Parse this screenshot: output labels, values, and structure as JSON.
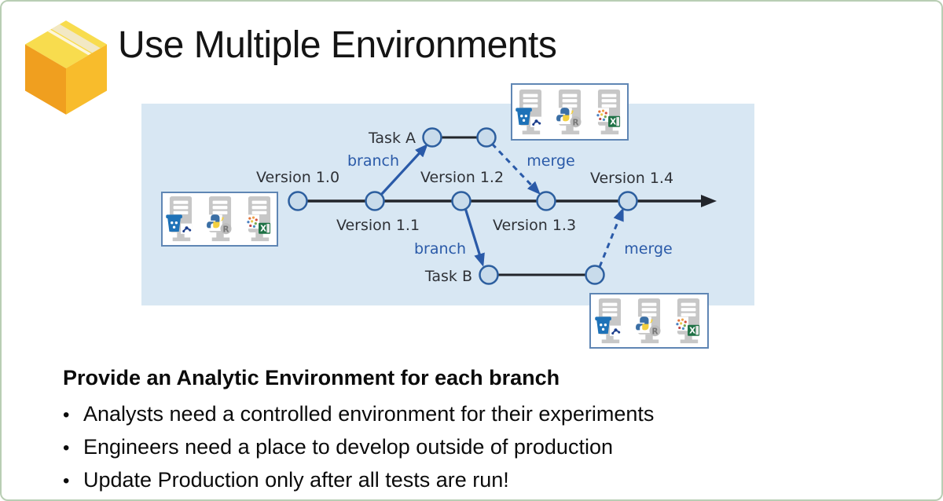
{
  "slide": {
    "title": "Use Multiple Environments"
  },
  "diagram": {
    "version_labels": [
      "Version 1.0",
      "Version 1.1",
      "Version 1.2",
      "Version 1.3",
      "Version 1.4"
    ],
    "task_a_label": "Task A",
    "task_b_label": "Task B",
    "branch_label": "branch",
    "merge_label": "merge"
  },
  "icons": {
    "title_icon": "package-box-icon",
    "environment_servers": [
      "bucket-and-scope-server",
      "python-and-r-server",
      "chart-and-excel-server"
    ],
    "r_label": "R",
    "excel_label": "X"
  },
  "body": {
    "heading": "Provide an Analytic Environment for each branch",
    "bullets": [
      "Analysts need a controlled environment for their experiments",
      "Engineers need a place to develop outside of production",
      "Update Production only after all tests are run!"
    ]
  },
  "colors": {
    "panel_blue": "#d8e7f3",
    "node_fill": "#c8dbeb",
    "node_stroke": "#2d5f9f",
    "line_dark": "#22252b",
    "arrow_blue": "#2a5aa8",
    "slide_border_green": "#b9ceb4",
    "env_box_border": "#5f86b4"
  }
}
